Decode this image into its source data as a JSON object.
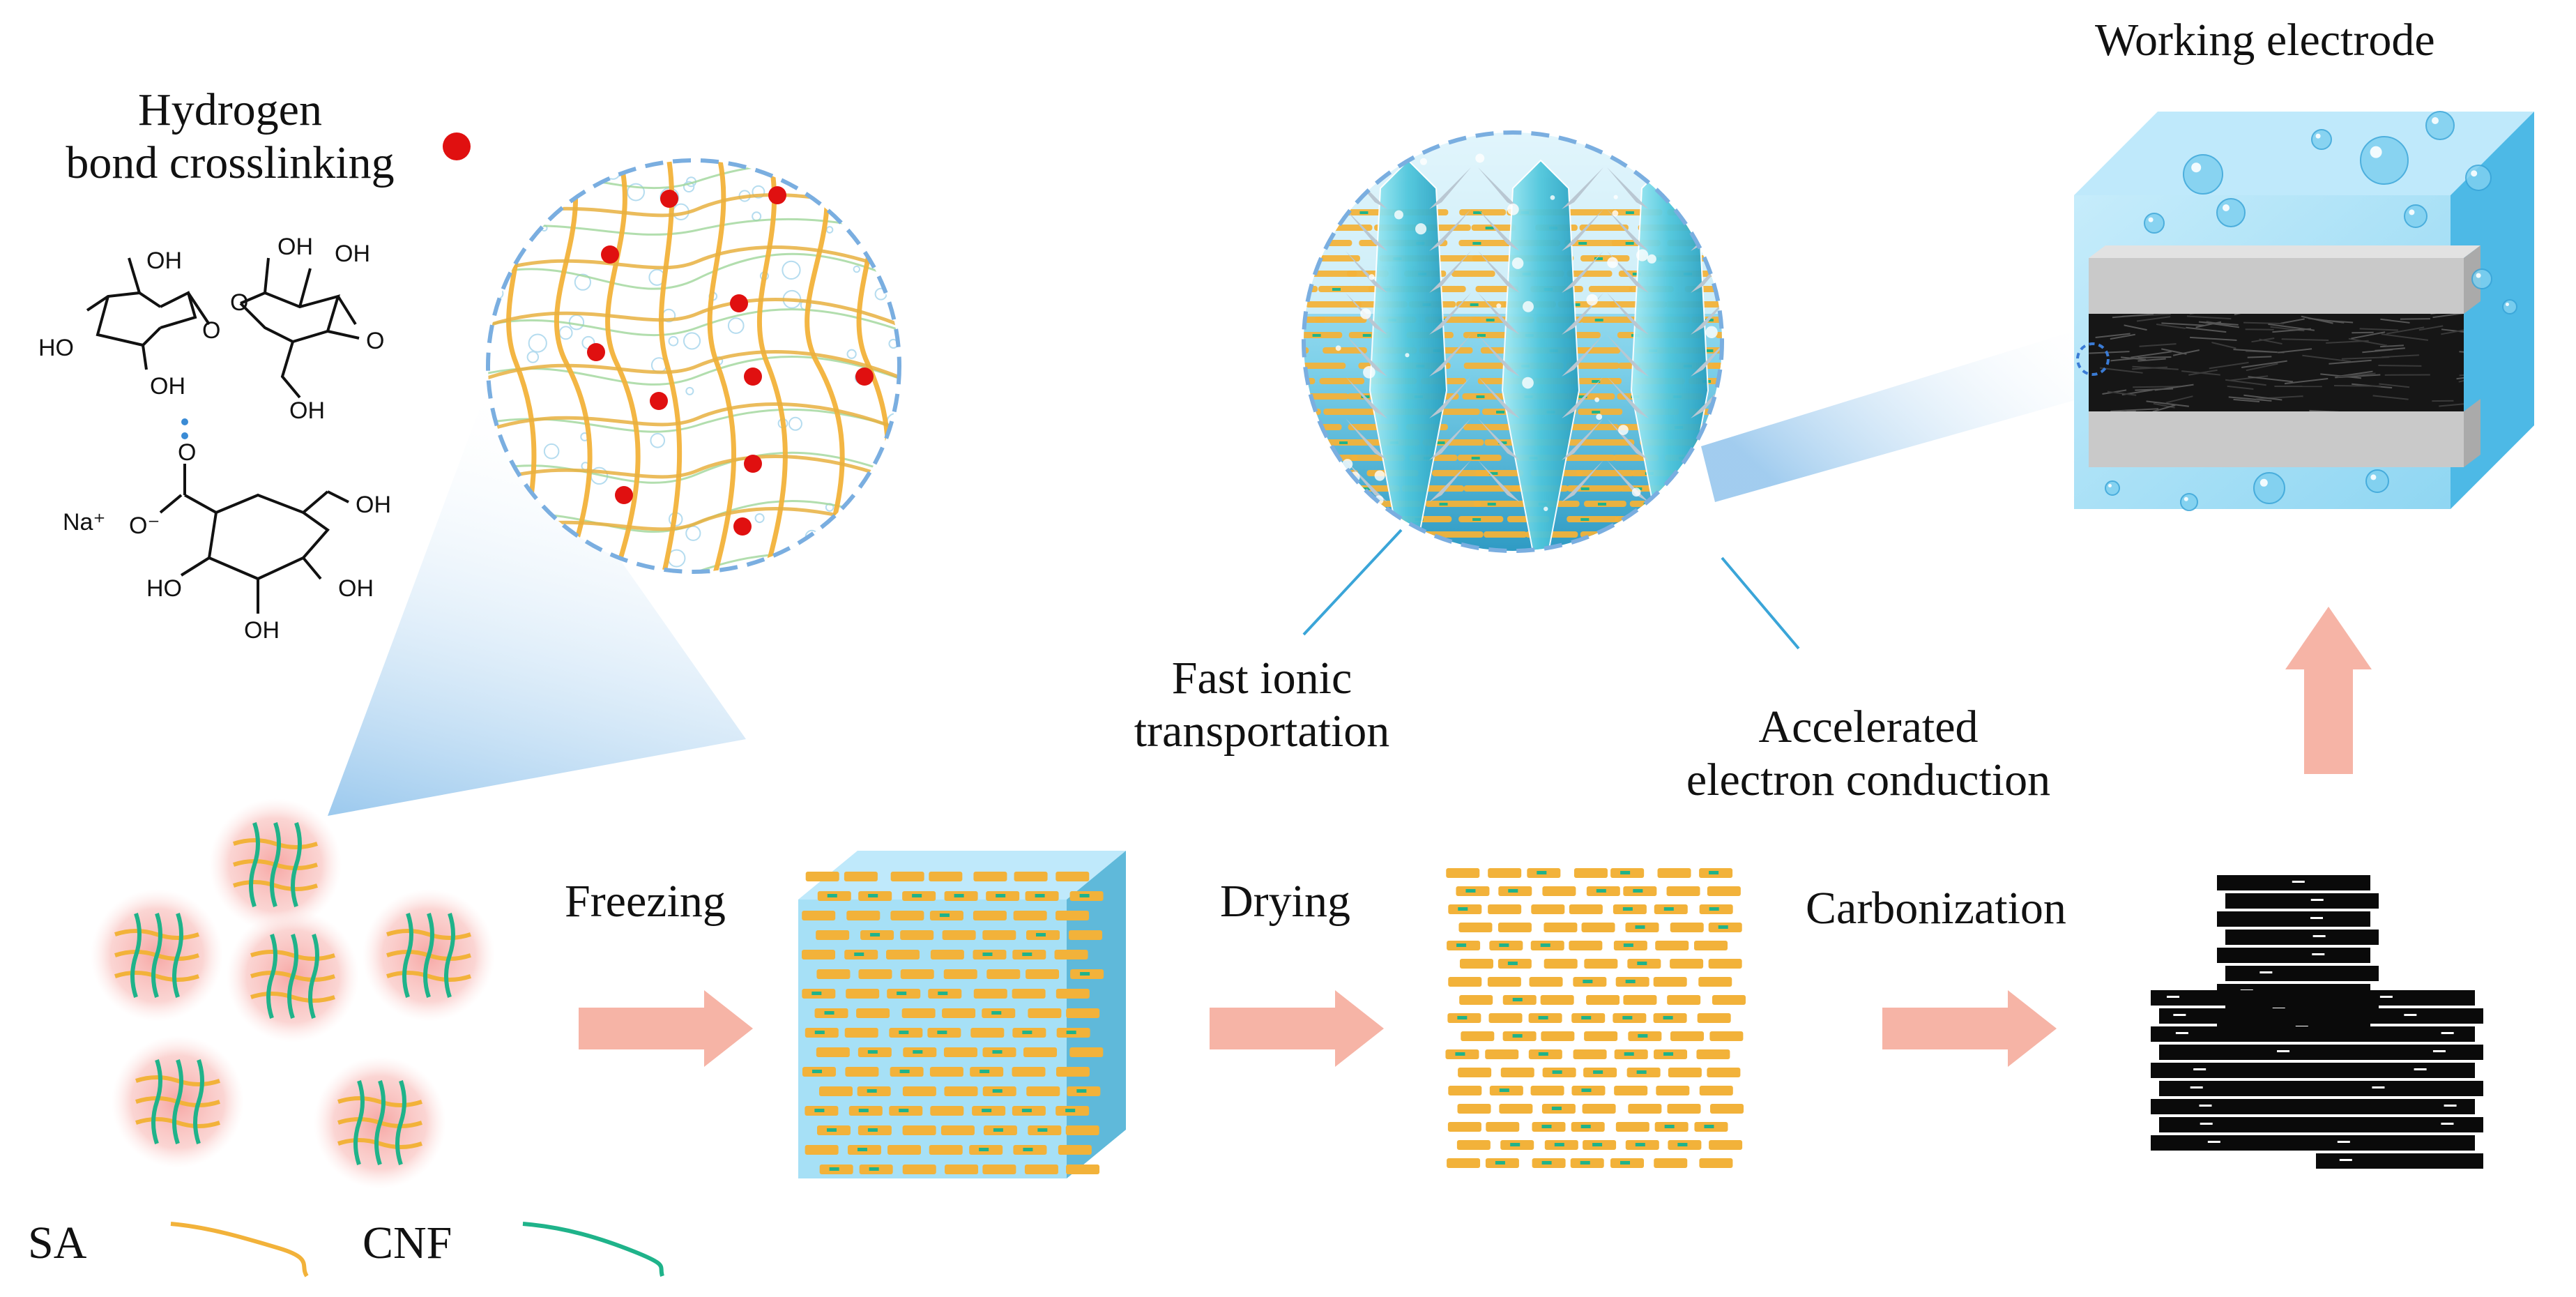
{
  "labels": {
    "hydrogen_line1": "Hydrogen",
    "hydrogen_line2": "bond crosslinking",
    "working_electrode": "Working electrode",
    "fast_ionic_line1": "Fast ionic",
    "fast_ionic_line2": "transportation",
    "accelerated_line1": "Accelerated",
    "accelerated_line2": "electron conduction",
    "freezing": "Freezing",
    "drying": "Drying",
    "carbonization": "Carbonization",
    "sa": "SA",
    "cnf": "CNF"
  },
  "chemistry": {
    "oh": "OH",
    "ho": "HO",
    "o": "O",
    "na_plus": "Na⁺",
    "o_minus": "O⁻"
  },
  "colors": {
    "sa_fiber": "#f2b23a",
    "cnf_fiber": "#1fb38a",
    "crosslink_dot": "#e01010",
    "arrow": "#f6b4a6",
    "water": "#9fdcf5",
    "circle_border": "#7aaee0",
    "carbon": "#0a0a0a",
    "ice_crystal": "#5ccde0"
  },
  "icons": {
    "crosslink_marker": "red-dot-icon",
    "process_arrow": "arrow-right-icon",
    "upward_arrow": "arrow-up-icon"
  }
}
